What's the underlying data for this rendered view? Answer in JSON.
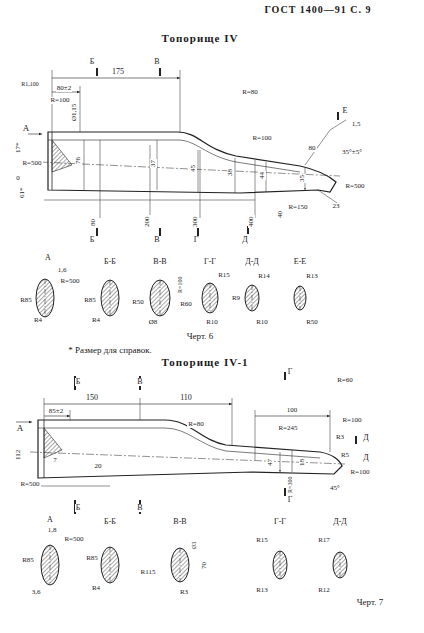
{
  "diagram": {
    "labels": [
      "ГОСТ 1400—91 С. 9",
      "Топорище IV",
      "Б",
      "В",
      "175",
      "80±2",
      "R1,100",
      "R=100",
      "R=80",
      "Е",
      "1,5",
      "R=100",
      "35°±5°",
      "80",
      "R=500",
      "23",
      "R=150",
      "А",
      "Ø1,15",
      "17*",
      "R=500",
      "0",
      "61*",
      "76",
      "37",
      "45",
      "38",
      "44",
      "35",
      "80",
      "200",
      "300",
      "400",
      "40",
      "Б",
      "В",
      "Г",
      "Д",
      "А",
      "Б-Б",
      "В-В",
      "Г-Г",
      "Д-Д",
      "Е-Е",
      "1,6",
      "R=500",
      "R85",
      "R4",
      "R85",
      "R4",
      "R50",
      "R=100",
      "R15",
      "R60",
      "Ø8",
      "R10",
      "R14",
      "R9",
      "R10",
      "R13",
      "R50",
      "Черт. 6",
      "* Размер для справок.",
      "Топорище IV-1",
      "Б",
      "В",
      "Г",
      "150",
      "110",
      "85±2",
      "R=80",
      "R=60",
      "100",
      "R=245",
      "R=100",
      "Д",
      "R3",
      "А",
      "112",
      "7",
      "20",
      "R=500",
      "18",
      "47",
      "R5",
      "R=100",
      "45°",
      "R=300",
      "Б",
      "В",
      "Г",
      "Д",
      "А",
      "Б-Б",
      "В-В",
      "Г-Г",
      "Д-Д",
      "1,8",
      "R=500",
      "R85",
      "3,6",
      "R85",
      "R4",
      "Ø3",
      "R115",
      "R3",
      "70",
      "R15",
      "R17",
      "R13",
      "R12",
      "Черт. 7"
    ]
  }
}
